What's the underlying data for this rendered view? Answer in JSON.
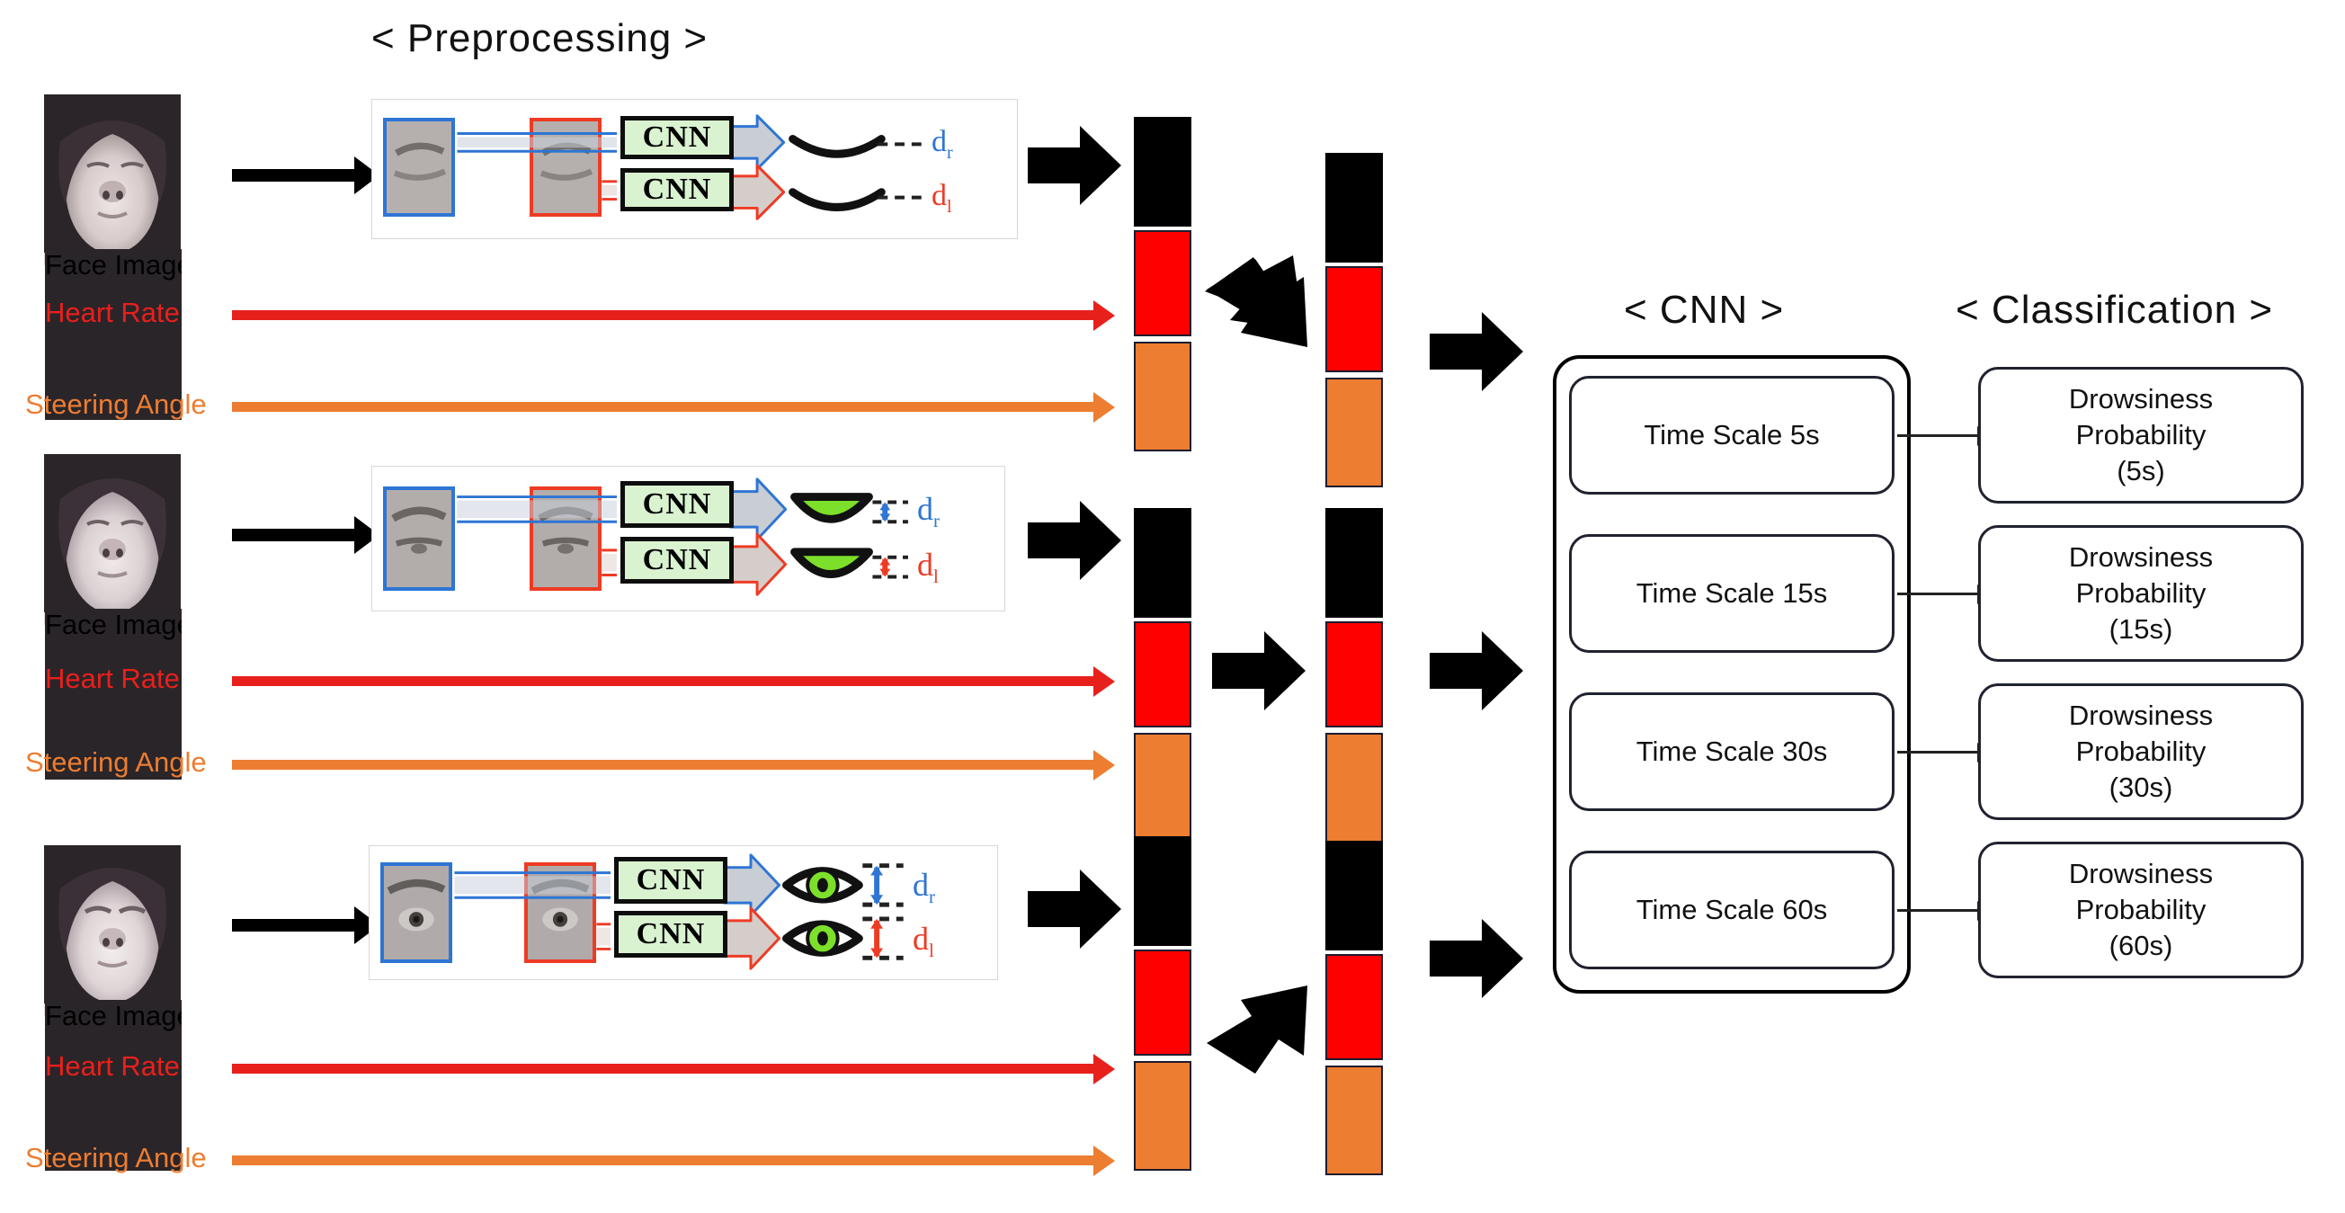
{
  "headers": {
    "preprocessing": "< Preprocessing >",
    "cnn": "< CNN >",
    "classification": "< Classification >"
  },
  "colors": {
    "heart_rate": "#E8201C",
    "steering_angle": "#ED7D31",
    "feature_black": "#000000",
    "feature_red": "#FF0000",
    "feature_orange": "#ED7D31",
    "right_eye_box": "#2E75D4",
    "left_eye_box": "#EE3B24",
    "cnn_block_fill": "#D9F2D0",
    "iris_green": "#7CE02A"
  },
  "rows": [
    {
      "face_label": "Face Image",
      "heart_rate_label": "Heart Rate",
      "steering_angle_label": "Steering Angle",
      "eye_state": "closed",
      "cnn_label_top": "CNN",
      "cnn_label_bottom": "CNN",
      "d_right": "d",
      "d_right_sub": "r",
      "d_left": "d",
      "d_left_sub": "l"
    },
    {
      "face_label": "Face Image",
      "heart_rate_label": "Heart Rate",
      "steering_angle_label": "Steering Angle",
      "eye_state": "half-open",
      "cnn_label_top": "CNN",
      "cnn_label_bottom": "CNN",
      "d_right": "d",
      "d_right_sub": "r",
      "d_left": "d",
      "d_left_sub": "l"
    },
    {
      "face_label": "Face Image",
      "heart_rate_label": "Heart Rate",
      "steering_angle_label": "Steering Angle",
      "eye_state": "open",
      "cnn_label_top": "CNN",
      "cnn_label_bottom": "CNN",
      "d_right": "d",
      "d_right_sub": "r",
      "d_left": "d",
      "d_left_sub": "l"
    }
  ],
  "feature_stack_segments": [
    "Face Image features",
    "Heart Rate",
    "Steering Angle"
  ],
  "cnn": {
    "time_scales": [
      "Time Scale 5s",
      "Time Scale 15s",
      "Time Scale 30s",
      "Time Scale 60s"
    ]
  },
  "classification": {
    "outputs": [
      "Drowsiness\nProbability\n(5s)",
      "Drowsiness\nProbability\n(15s)",
      "Drowsiness\nProbability\n(30s)",
      "Drowsiness\nProbability\n(60s)"
    ],
    "output_lines": [
      [
        "Drowsiness",
        "Probability",
        "(5s)"
      ],
      [
        "Drowsiness",
        "Probability",
        "(15s)"
      ],
      [
        "Drowsiness",
        "Probability",
        "(30s)"
      ],
      [
        "Drowsiness",
        "Probability",
        "(60s)"
      ]
    ]
  }
}
